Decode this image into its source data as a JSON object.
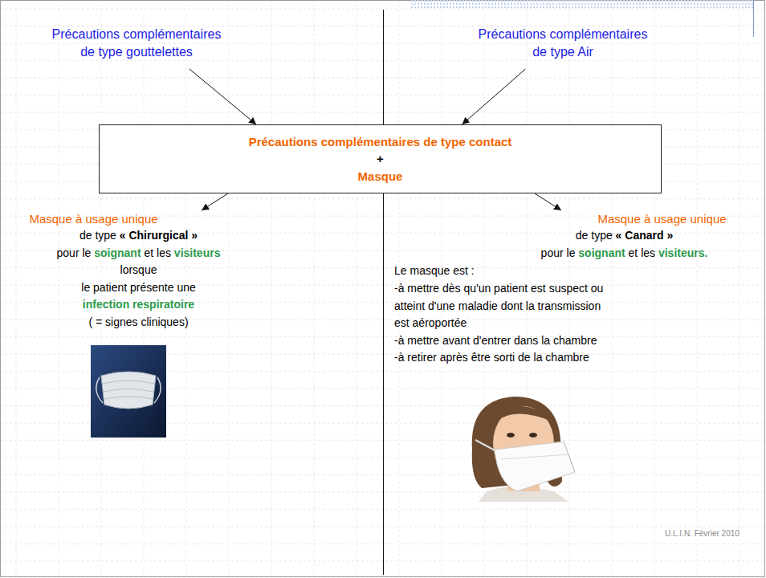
{
  "diagram": {
    "nodes": [
      {
        "text": [
          "Précautions complémentaires de type gouttelettes"
        ]
      },
      {
        "text": [
          "Précautions complémentaires de type Air"
        ]
      },
      {
        "text": [
          "Précautions complémentaires de type contact",
          "+",
          "Masque"
        ]
      },
      {
        "text": [
          "Masque à usage unique",
          "de type « Chirurgical » pour le soignant et les visiteurs lorsque le patient présente une infection respiratoire ( = signes cliniques)"
        ]
      },
      {
        "text": [
          "Masque à usage unique",
          "de type « Canard » pour le soignant et les visiteurs."
        ]
      }
    ],
    "edges": [
      {
        "from": 0,
        "to": 2,
        "arrow": "to"
      },
      {
        "from": 1,
        "to": 2,
        "arrow": "to"
      },
      {
        "from": 2,
        "to": 3,
        "arrow": "to"
      },
      {
        "from": 2,
        "to": 4,
        "arrow": "to"
      }
    ],
    "labels": [
      "Le masque est :",
      "-à mettre dès qu'un patient est suspect ou atteint d'une maladie dont la transmission est aéroportée",
      "-à mettre avant d'entrer dans la chambre",
      "-à retirer après être sorti de la chambre",
      "U.L.I.N. Février 2010"
    ]
  }
}
